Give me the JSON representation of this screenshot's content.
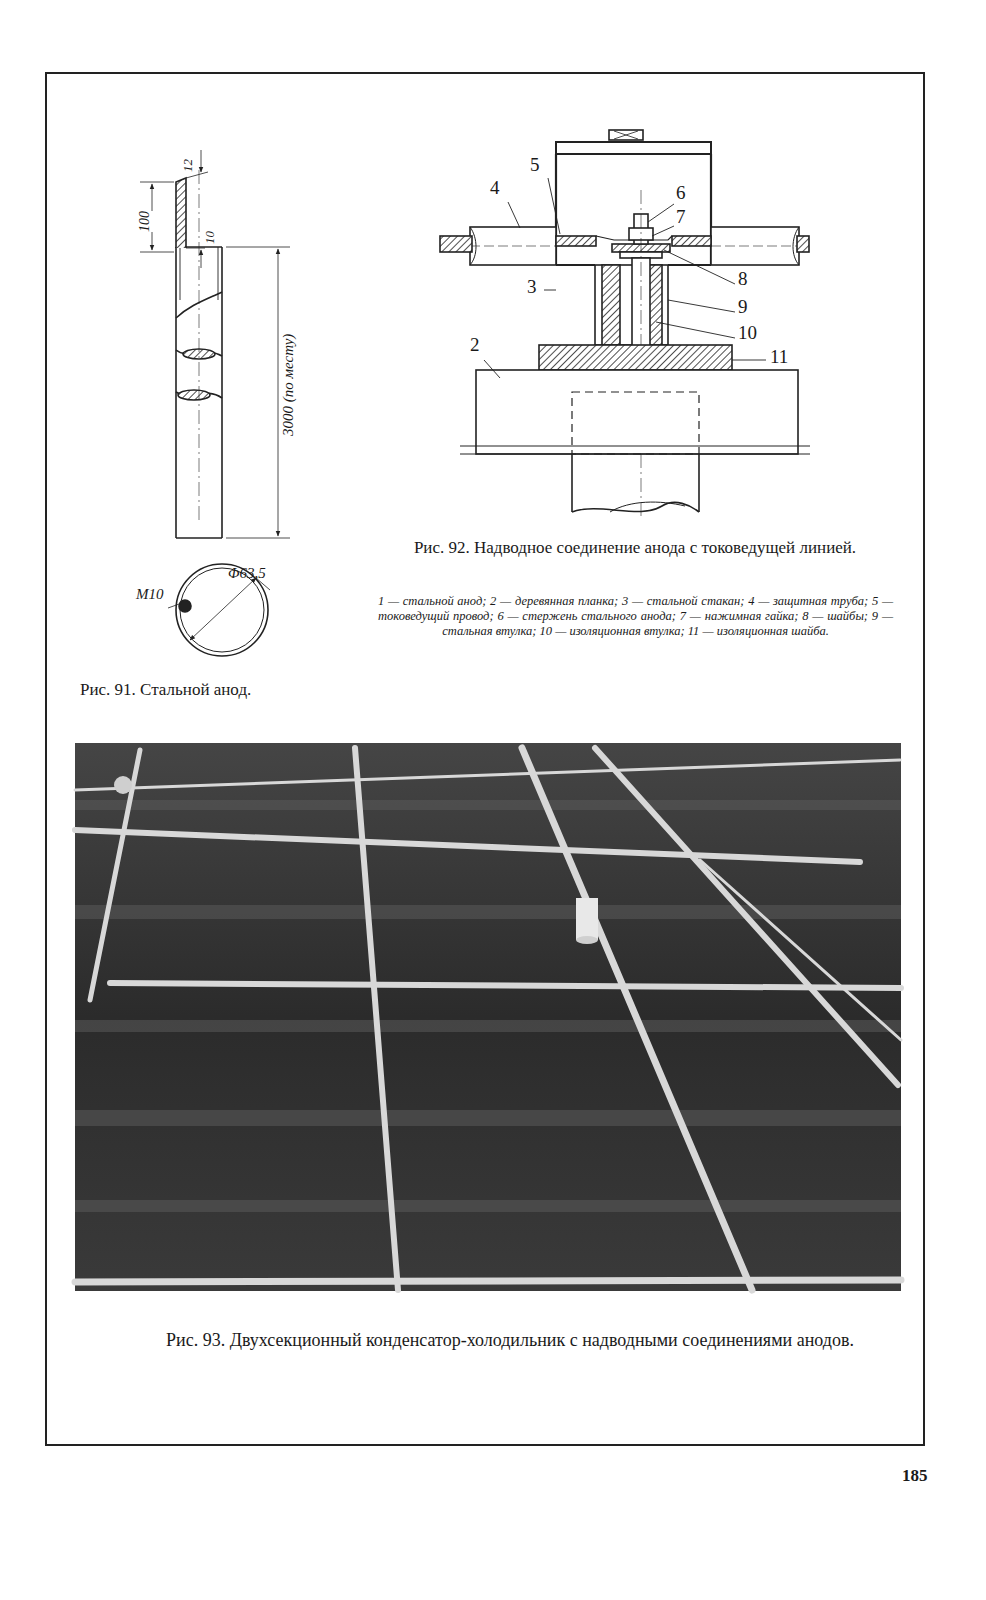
{
  "diagram": {
    "labels": [
      "12",
      "100",
      "10",
      "3000 (по месту)",
      "M10",
      "Φ63,5",
      "Рис. 91. Стальной анод.",
      "5",
      "4",
      "6",
      "7",
      "3",
      "8",
      "9",
      "10",
      "2",
      "11",
      "Рис. 92. Надводное соединение анода с токоведущей линией.",
      "1 — стальной анод; 2 — деревянная планка; 3 — стальной стакан; 4 — защитная труба; 5 — токоведущий провод; 6 — стержень стального анода; 7 — нажимная гайка; 8 — шайбы; 9 — стальная втулка; 10 — изоляционная втулка; 11 — изоляционная шайба.",
      "Рис. 93. Двухсекционный конденсатор-холодильник с надводными соединениями анодов.",
      "185"
    ]
  }
}
